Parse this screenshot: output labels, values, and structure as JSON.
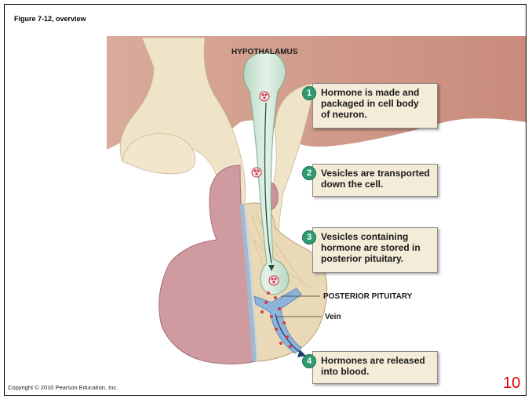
{
  "figure_title": "Figure 7-12, overview",
  "labels": {
    "hypothalamus": "HYPOTHALAMUS",
    "posterior_pituitary": "POSTERIOR PITUITARY",
    "vein": "Vein"
  },
  "steps": [
    {
      "number": "1",
      "text": "Hormone is made and\npackaged in cell body\nof neuron."
    },
    {
      "number": "2",
      "text": "Vesicles are transported\ndown the cell."
    },
    {
      "number": "3",
      "text": "Vesicles containing\nhormone are stored in\nposterior pituitary."
    },
    {
      "number": "4",
      "text": "Hormones are released\ninto blood."
    }
  ],
  "footer": {
    "copyright": "Copyright © 2010 Pearson Education, Inc.",
    "page_number": "10"
  },
  "colors": {
    "tissue": "#d49a8c",
    "pituitary_tan": "#e9d9b6",
    "anterior_pink": "#cf9aa0",
    "neuron": "#cfe6d6",
    "vein": "#8fb4dc",
    "vesicle": "#d63a4a",
    "step_badge": "#2f9b73"
  }
}
